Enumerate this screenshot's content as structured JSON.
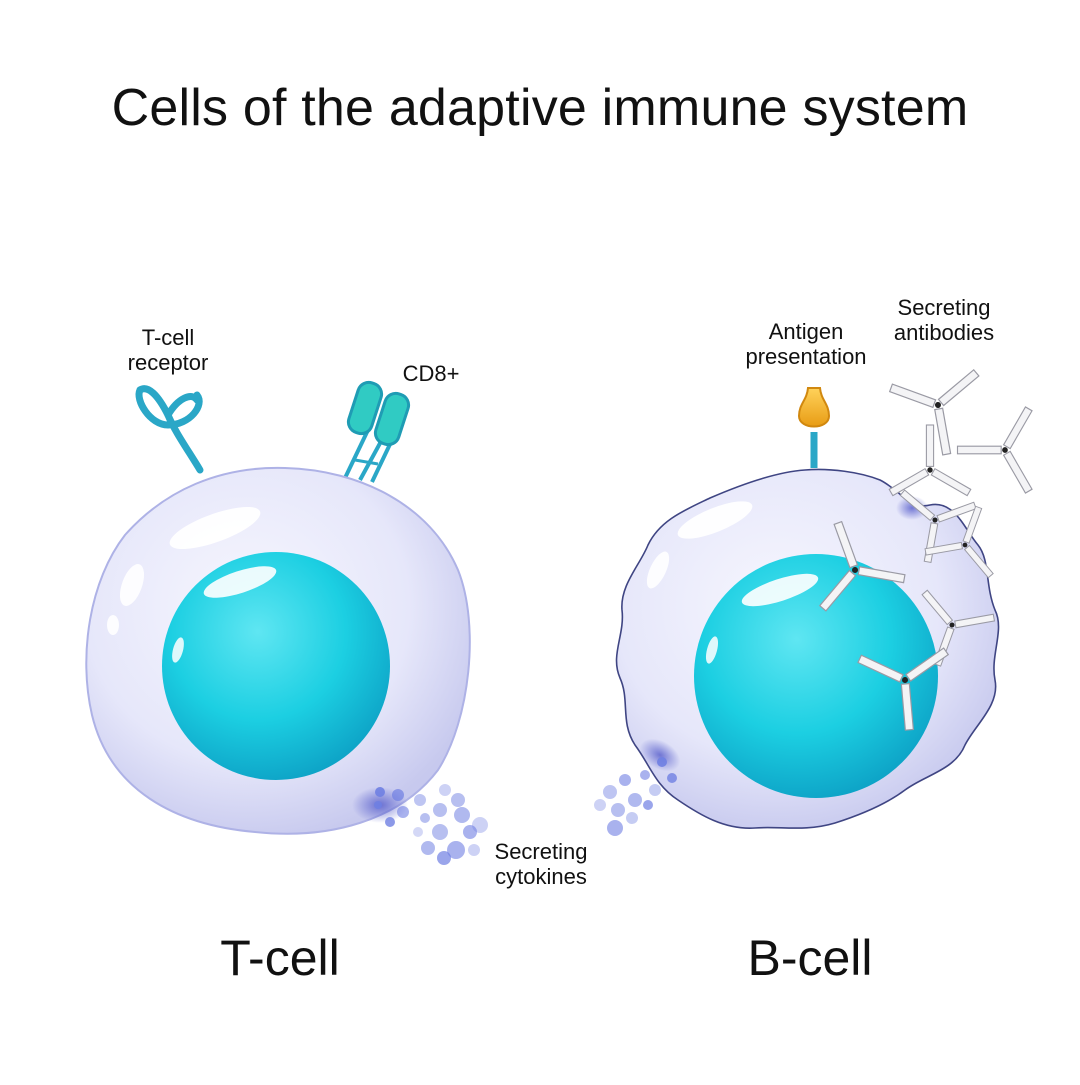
{
  "title": "Cells of the adaptive immune system",
  "t_cell": {
    "name": "T-cell",
    "receptor_label": [
      "T-cell",
      "receptor"
    ],
    "cd8_label": "CD8+"
  },
  "b_cell": {
    "name": "B-cell",
    "antigen_label": [
      "Antigen",
      "presentation"
    ],
    "antibodies_label": [
      "Secreting",
      "antibodies"
    ]
  },
  "cytokines_label": [
    "Secreting",
    "cytokines"
  ],
  "colors": {
    "membrane": "#e8e9fb",
    "membrane_edge": "#c9cbef",
    "nucleus": "#1cc6dc",
    "nucleus_dark": "#0b94b8",
    "receptor": "#2aa7c7",
    "cd8_head": "#2ec9c2",
    "antigen": "#f5b82e",
    "cytokine": "#7f8ee6",
    "antibody_fill": "#f4f4f6",
    "antibody_stroke": "#9a9aa4"
  }
}
